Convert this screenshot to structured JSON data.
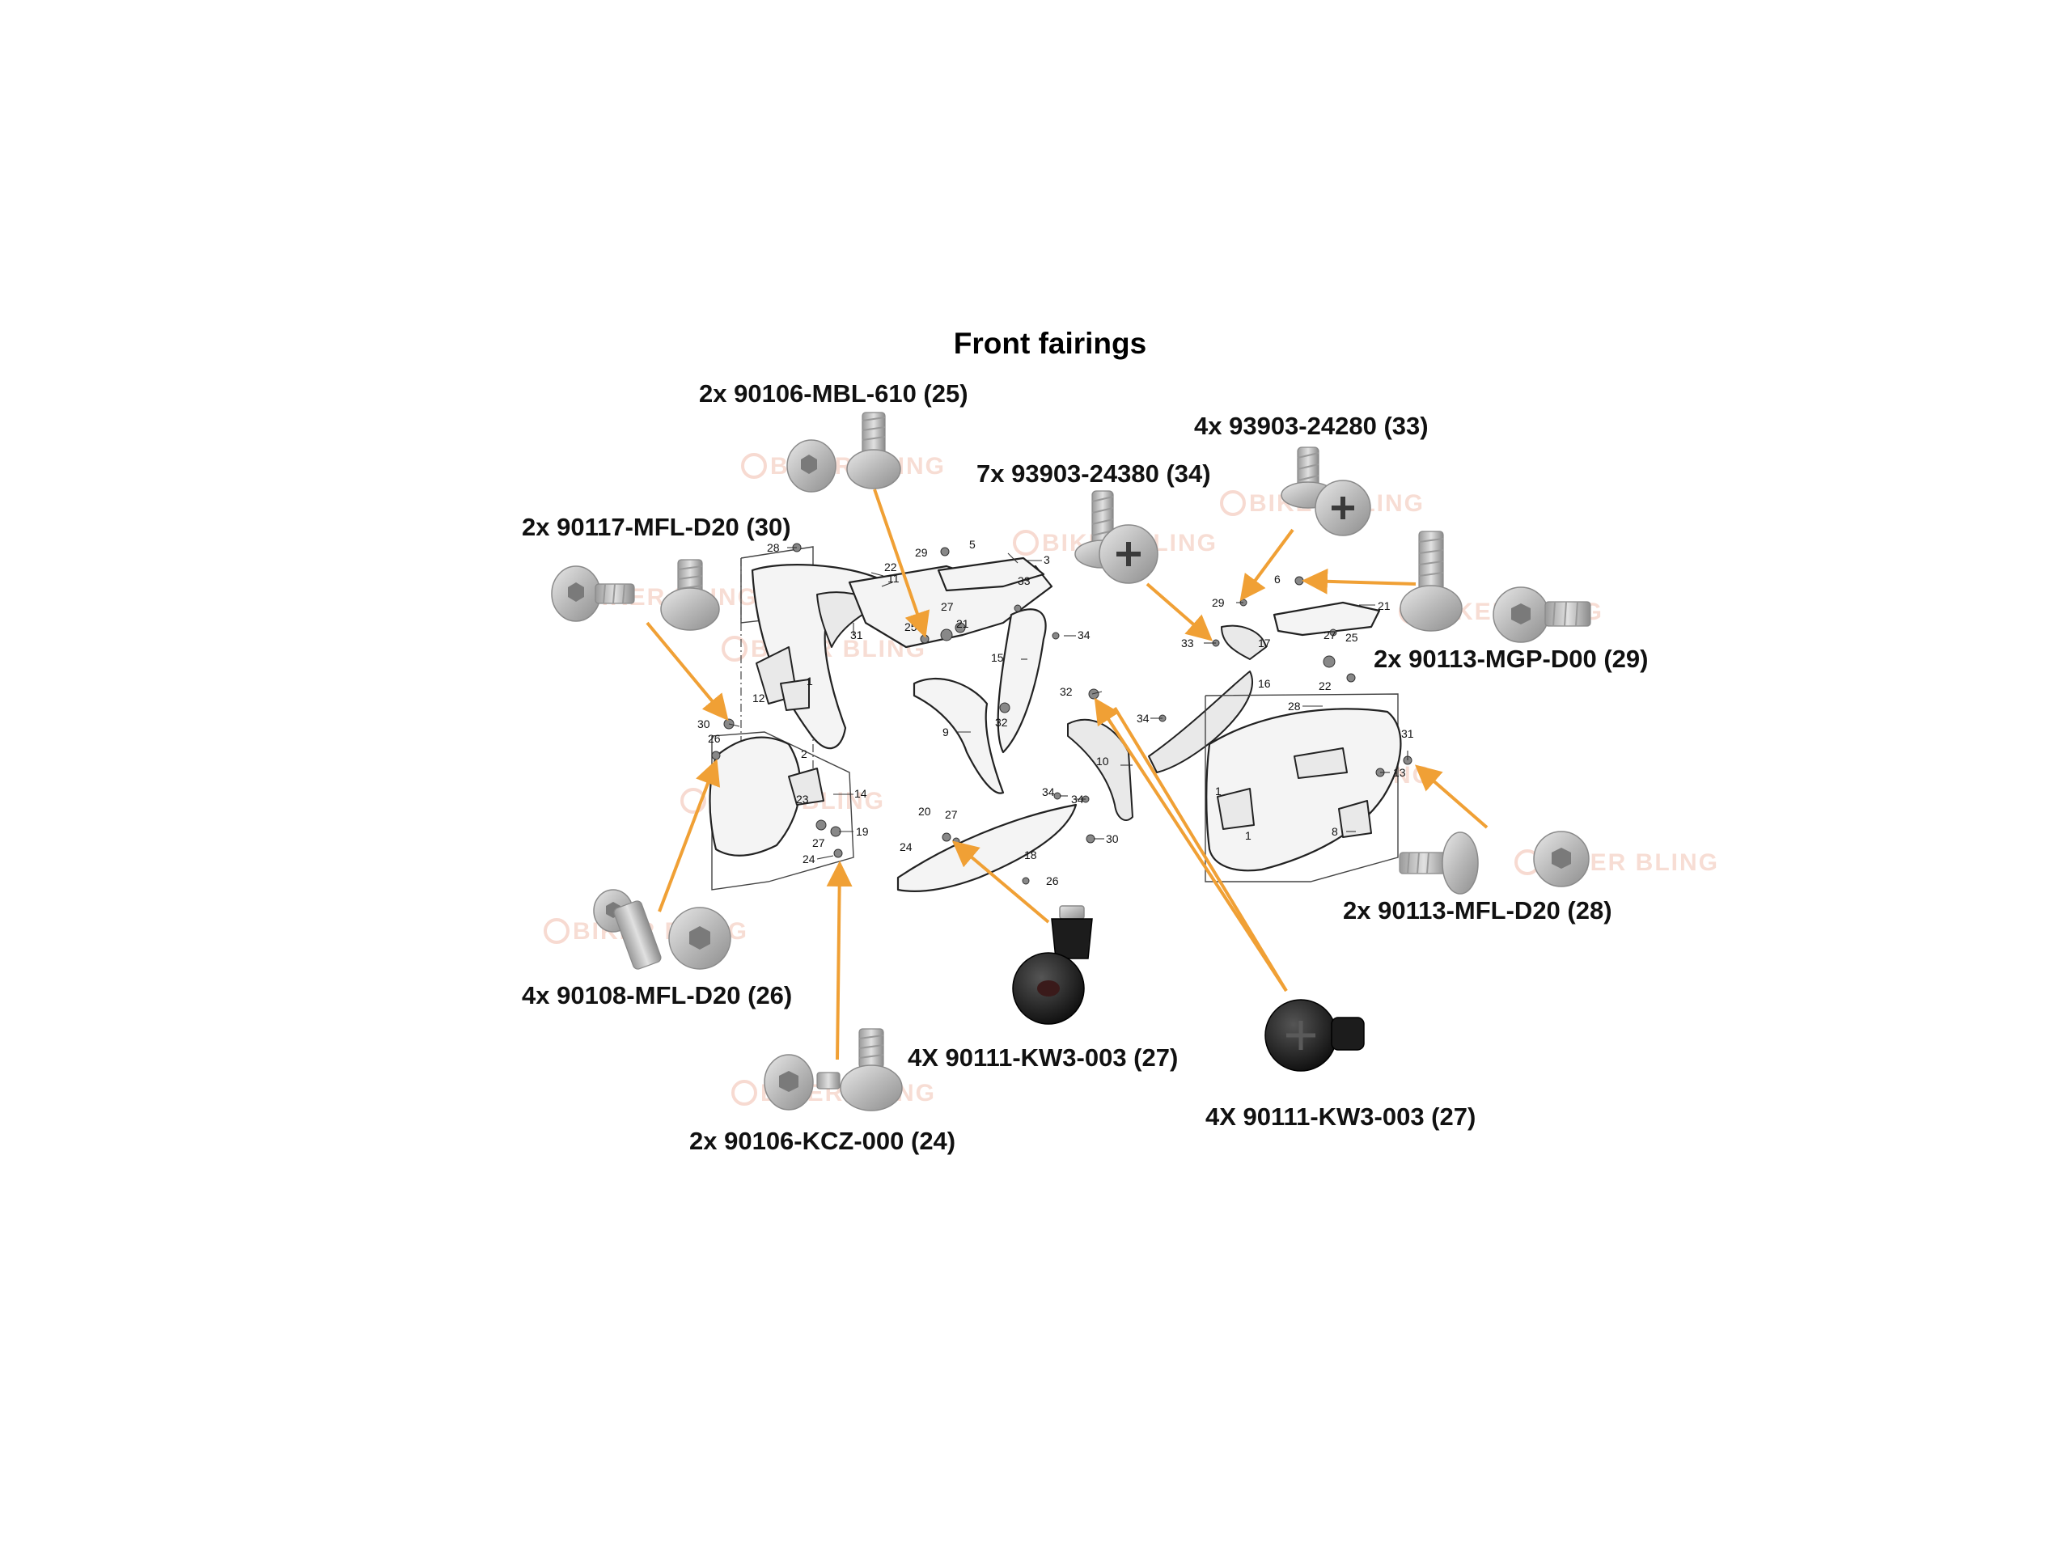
{
  "title": "Front fairings",
  "watermark": "BIKER BLING",
  "callouts": [
    {
      "id": "mbl610",
      "text": "2x 90106-MBL-610 (25)"
    },
    {
      "id": "mfl30",
      "text": "2x 90117-MFL-D20 (30)"
    },
    {
      "id": "s34",
      "text": "7x 93903-24380 (34)"
    },
    {
      "id": "s33",
      "text": "4x 93903-24280 (33)"
    },
    {
      "id": "mgp29",
      "text": "2x 90113-MGP-D00 (29)"
    },
    {
      "id": "mfl28",
      "text": "2x 90113-MFL-D20 (28)"
    },
    {
      "id": "mfl26",
      "text": "4x 90108-MFL-D20 (26)"
    },
    {
      "id": "kw3a",
      "text": "4X 90111-KW3-003 (27)"
    },
    {
      "id": "kw3b",
      "text": "4X 90111-KW3-003 (27)"
    },
    {
      "id": "kcz24",
      "text": "2x 90106-KCZ-000 (24)"
    }
  ],
  "part_numbers": [
    "28",
    "22",
    "11",
    "31",
    "12",
    "1",
    "30",
    "26",
    "2",
    "23",
    "14",
    "27",
    "19",
    "24",
    "29",
    "5",
    "3",
    "33",
    "27",
    "21",
    "25",
    "34",
    "15",
    "32",
    "9",
    "20",
    "27",
    "24",
    "18",
    "34",
    "26",
    "30",
    "32",
    "10",
    "34",
    "16",
    "17",
    "34",
    "33",
    "29",
    "6",
    "21",
    "27",
    "25",
    "22",
    "28",
    "31",
    "13",
    "1",
    "1",
    "8"
  ],
  "colors": {
    "arrow": "#f0a035",
    "text": "#111111",
    "watermark": "#f2c2b2"
  },
  "icons": [
    "flange-bolt-icon",
    "self-tapping-screw-icon",
    "well-nut-icon",
    "push-clip-icon"
  ]
}
